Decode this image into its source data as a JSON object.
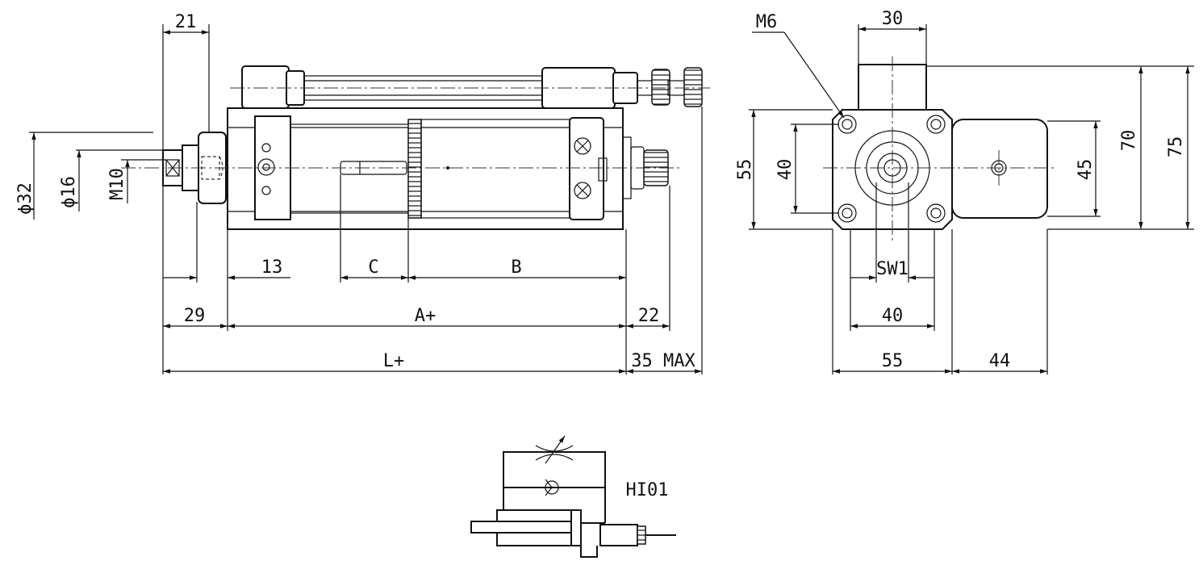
{
  "side_view": {
    "dims": {
      "d21": "21",
      "d13": "13",
      "dC": "C",
      "dB": "B",
      "d29": "29",
      "dA": "A+",
      "d22": "22",
      "dL": "L+",
      "d35": "35 MAX",
      "phi32": "ϕ32",
      "phi16": "ϕ16",
      "m10": "M10"
    }
  },
  "end_view": {
    "dims": {
      "m6": "M6",
      "d30": "30",
      "d55v": "55",
      "d40v": "40",
      "d70": "70",
      "d75": "75",
      "d45": "45",
      "sw1": "SW1",
      "d40h": "40",
      "d55h": "55",
      "d44": "44"
    }
  },
  "symbol": {
    "label": "HI01"
  },
  "colors": {
    "line": "#111111",
    "background": "#ffffff"
  }
}
